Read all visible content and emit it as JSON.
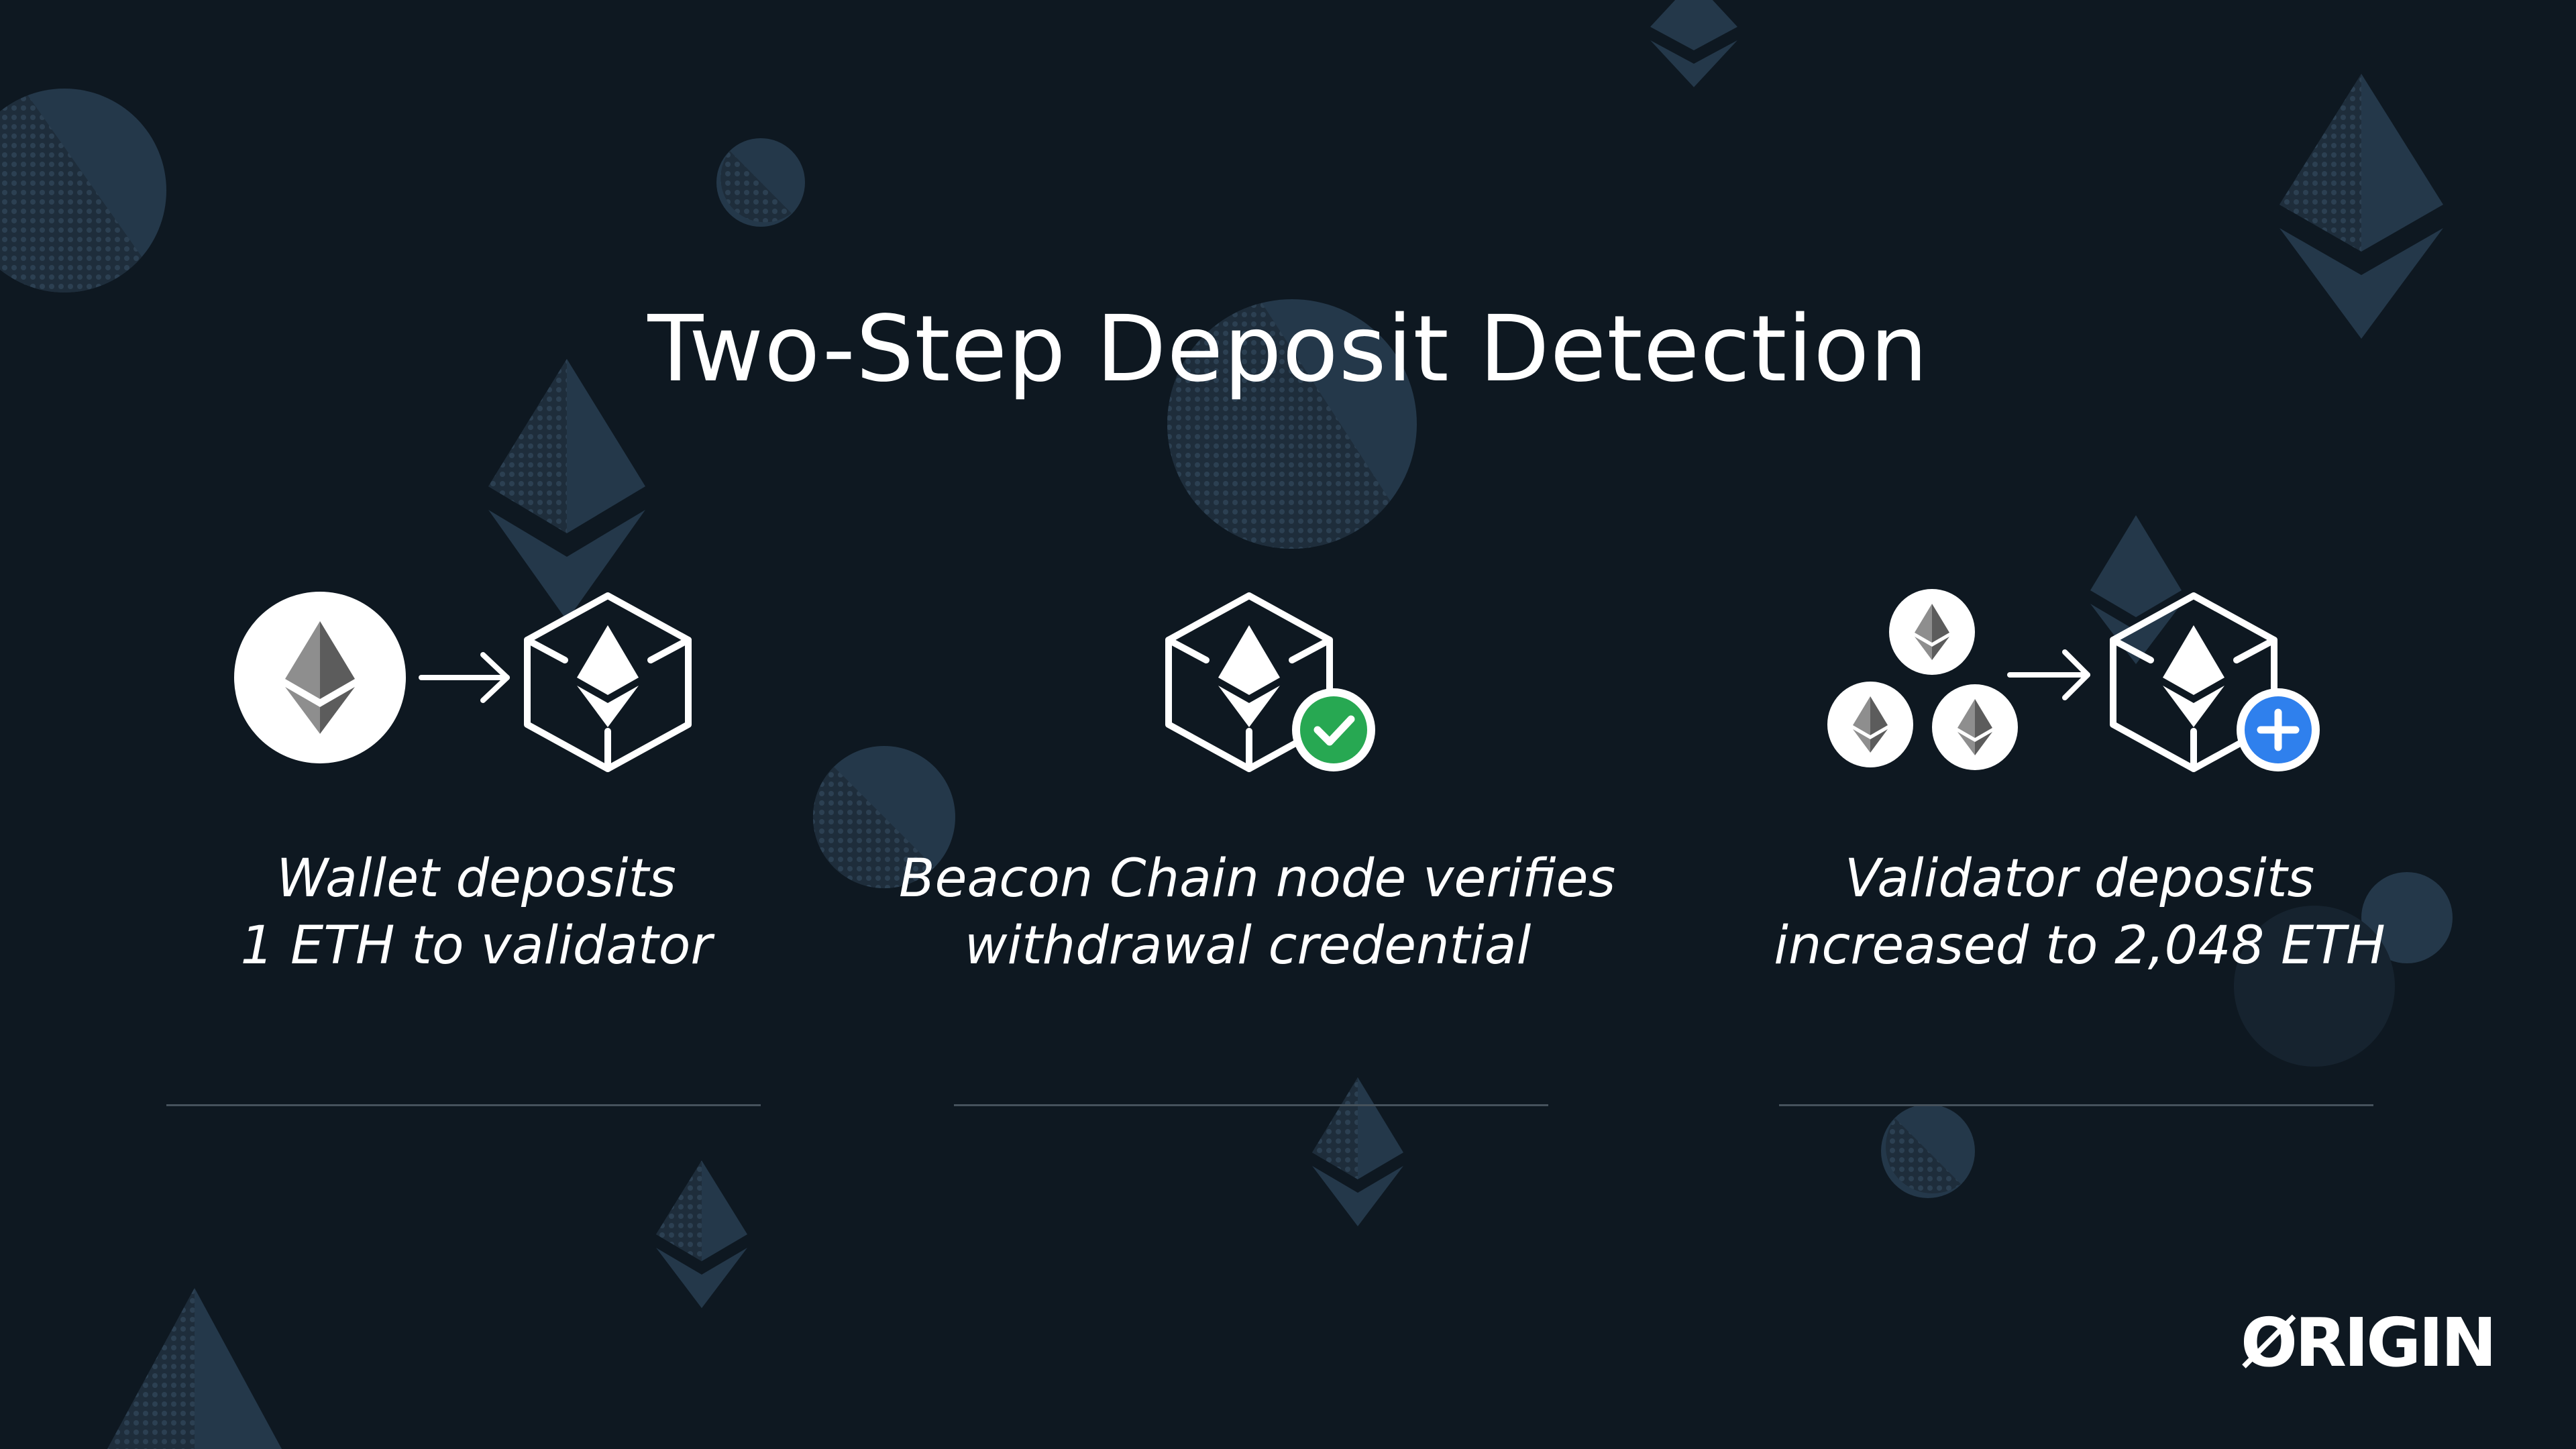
{
  "title": "Two-Step Deposit Detection",
  "steps": [
    {
      "caption_line1": "Wallet deposits",
      "caption_line2": "1 ETH to validator",
      "icons": [
        "ethereum-coin-icon",
        "arrow-right-icon",
        "validator-cube-icon"
      ]
    },
    {
      "caption_line1": "Beacon Chain node verifies",
      "caption_line2": "withdrawal credential",
      "icons": [
        "validator-cube-icon",
        "check-badge-icon"
      ]
    },
    {
      "caption_line1": "Validator deposits",
      "caption_line2": "increased to 2,048 ETH",
      "icons": [
        "ethereum-coins-icon",
        "arrow-right-icon",
        "validator-cube-icon",
        "plus-badge-icon"
      ]
    }
  ],
  "logo": "ØRIGIN",
  "colors": {
    "background": "#0e1821",
    "decor": "#27384a",
    "check_badge": "#27a852",
    "plus_badge": "#2f80ed",
    "divider": "#46525c"
  }
}
